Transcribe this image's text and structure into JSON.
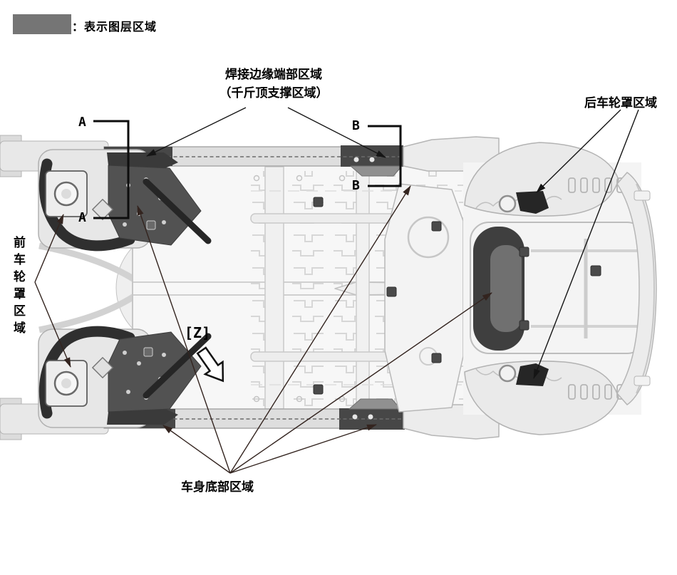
{
  "legend": {
    "swatch_color": "#757575",
    "label": "：表示图层区域"
  },
  "annotations": {
    "weld_edge_line1": "焊接边缘端部区域",
    "weld_edge_line2": "（千斤顶支撑区域）",
    "rear_wheel_housing": "后车轮罩区域",
    "front_wheel_housing": "前车轮罩区域",
    "underbody_bottom": "车身底部区域",
    "z_marker": "[Z]",
    "section_a": "A",
    "section_b": "B"
  }
}
